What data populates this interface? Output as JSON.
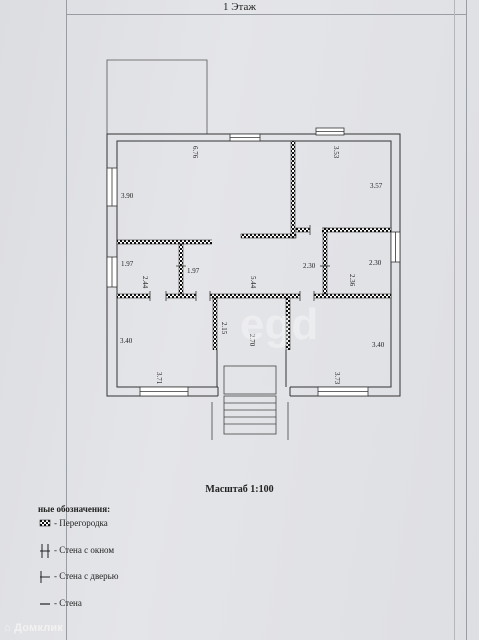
{
  "header": {
    "title": "1 Этаж"
  },
  "plan": {
    "dimensions": [
      {
        "id": "d1",
        "text": "6.76"
      },
      {
        "id": "d2",
        "text": "3.53"
      },
      {
        "id": "d3",
        "text": "3.90"
      },
      {
        "id": "d4",
        "text": "3.57"
      },
      {
        "id": "d5",
        "text": "1.97"
      },
      {
        "id": "d6",
        "text": "2.44"
      },
      {
        "id": "d7",
        "text": "1.97"
      },
      {
        "id": "d8",
        "text": "5.44"
      },
      {
        "id": "d9",
        "text": "2.30"
      },
      {
        "id": "d10",
        "text": "2.30"
      },
      {
        "id": "d11",
        "text": "2.36"
      },
      {
        "id": "d12",
        "text": "3.40"
      },
      {
        "id": "d13",
        "text": "2.15"
      },
      {
        "id": "d14",
        "text": "2.70"
      },
      {
        "id": "d15",
        "text": "3.40"
      },
      {
        "id": "d16",
        "text": "3.71"
      },
      {
        "id": "d17",
        "text": "3.73"
      }
    ]
  },
  "scale": {
    "label": "Масштаб 1:100"
  },
  "legend": {
    "title": "ные обозначения:",
    "items": [
      {
        "label": "- Перегородка"
      },
      {
        "label": "- Стена с окном"
      },
      {
        "label": "- Стена с дверью"
      },
      {
        "label": "- Стена"
      }
    ]
  },
  "watermark": {
    "text": "Домклик",
    "logo": "egd"
  }
}
